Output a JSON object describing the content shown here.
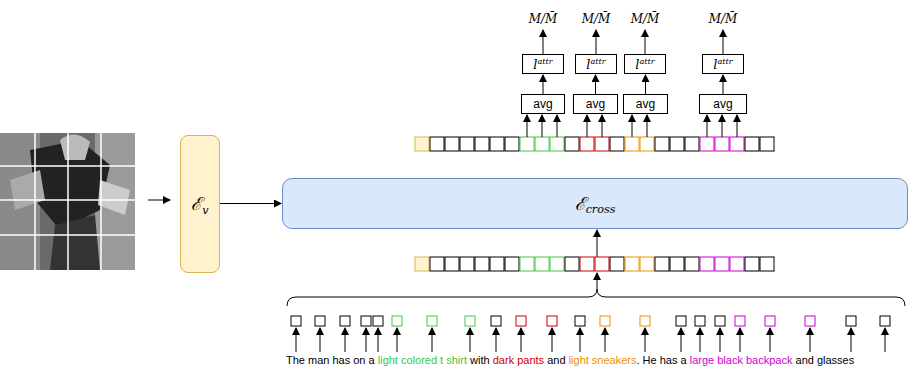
{
  "diagram": {
    "nodes": [
      {
        "text": [
          "ℰ",
          "v"
        ]
      },
      {
        "text": [
          "ℰ",
          "cross"
        ]
      },
      {
        "text": [
          "avg"
        ]
      },
      {
        "text": [
          "avg"
        ]
      },
      {
        "text": [
          "avg"
        ]
      },
      {
        "text": [
          "avg"
        ]
      },
      {
        "text": [
          "l",
          "attr"
        ]
      },
      {
        "text": [
          "l",
          "attr"
        ]
      },
      {
        "text": [
          "l",
          "attr"
        ]
      },
      {
        "text": [
          "l",
          "attr"
        ]
      }
    ],
    "edges": [
      {
        "from": 0,
        "to": 1,
        "arrow": "to"
      },
      {
        "from": 2,
        "to": 6,
        "arrow": "to"
      },
      {
        "from": 3,
        "to": 7,
        "arrow": "to"
      },
      {
        "from": 4,
        "to": 8,
        "arrow": "to"
      },
      {
        "from": 5,
        "to": 9,
        "arrow": "to"
      }
    ],
    "labels": [
      "M/M̄",
      "M/M̄",
      "M/M̄",
      "M/M̄",
      "The man has on a",
      "light colored t shirt",
      "with",
      "dark pants",
      "and",
      "light sneakers",
      ". He has a",
      "large black backpack",
      "and glasses"
    ]
  }
}
